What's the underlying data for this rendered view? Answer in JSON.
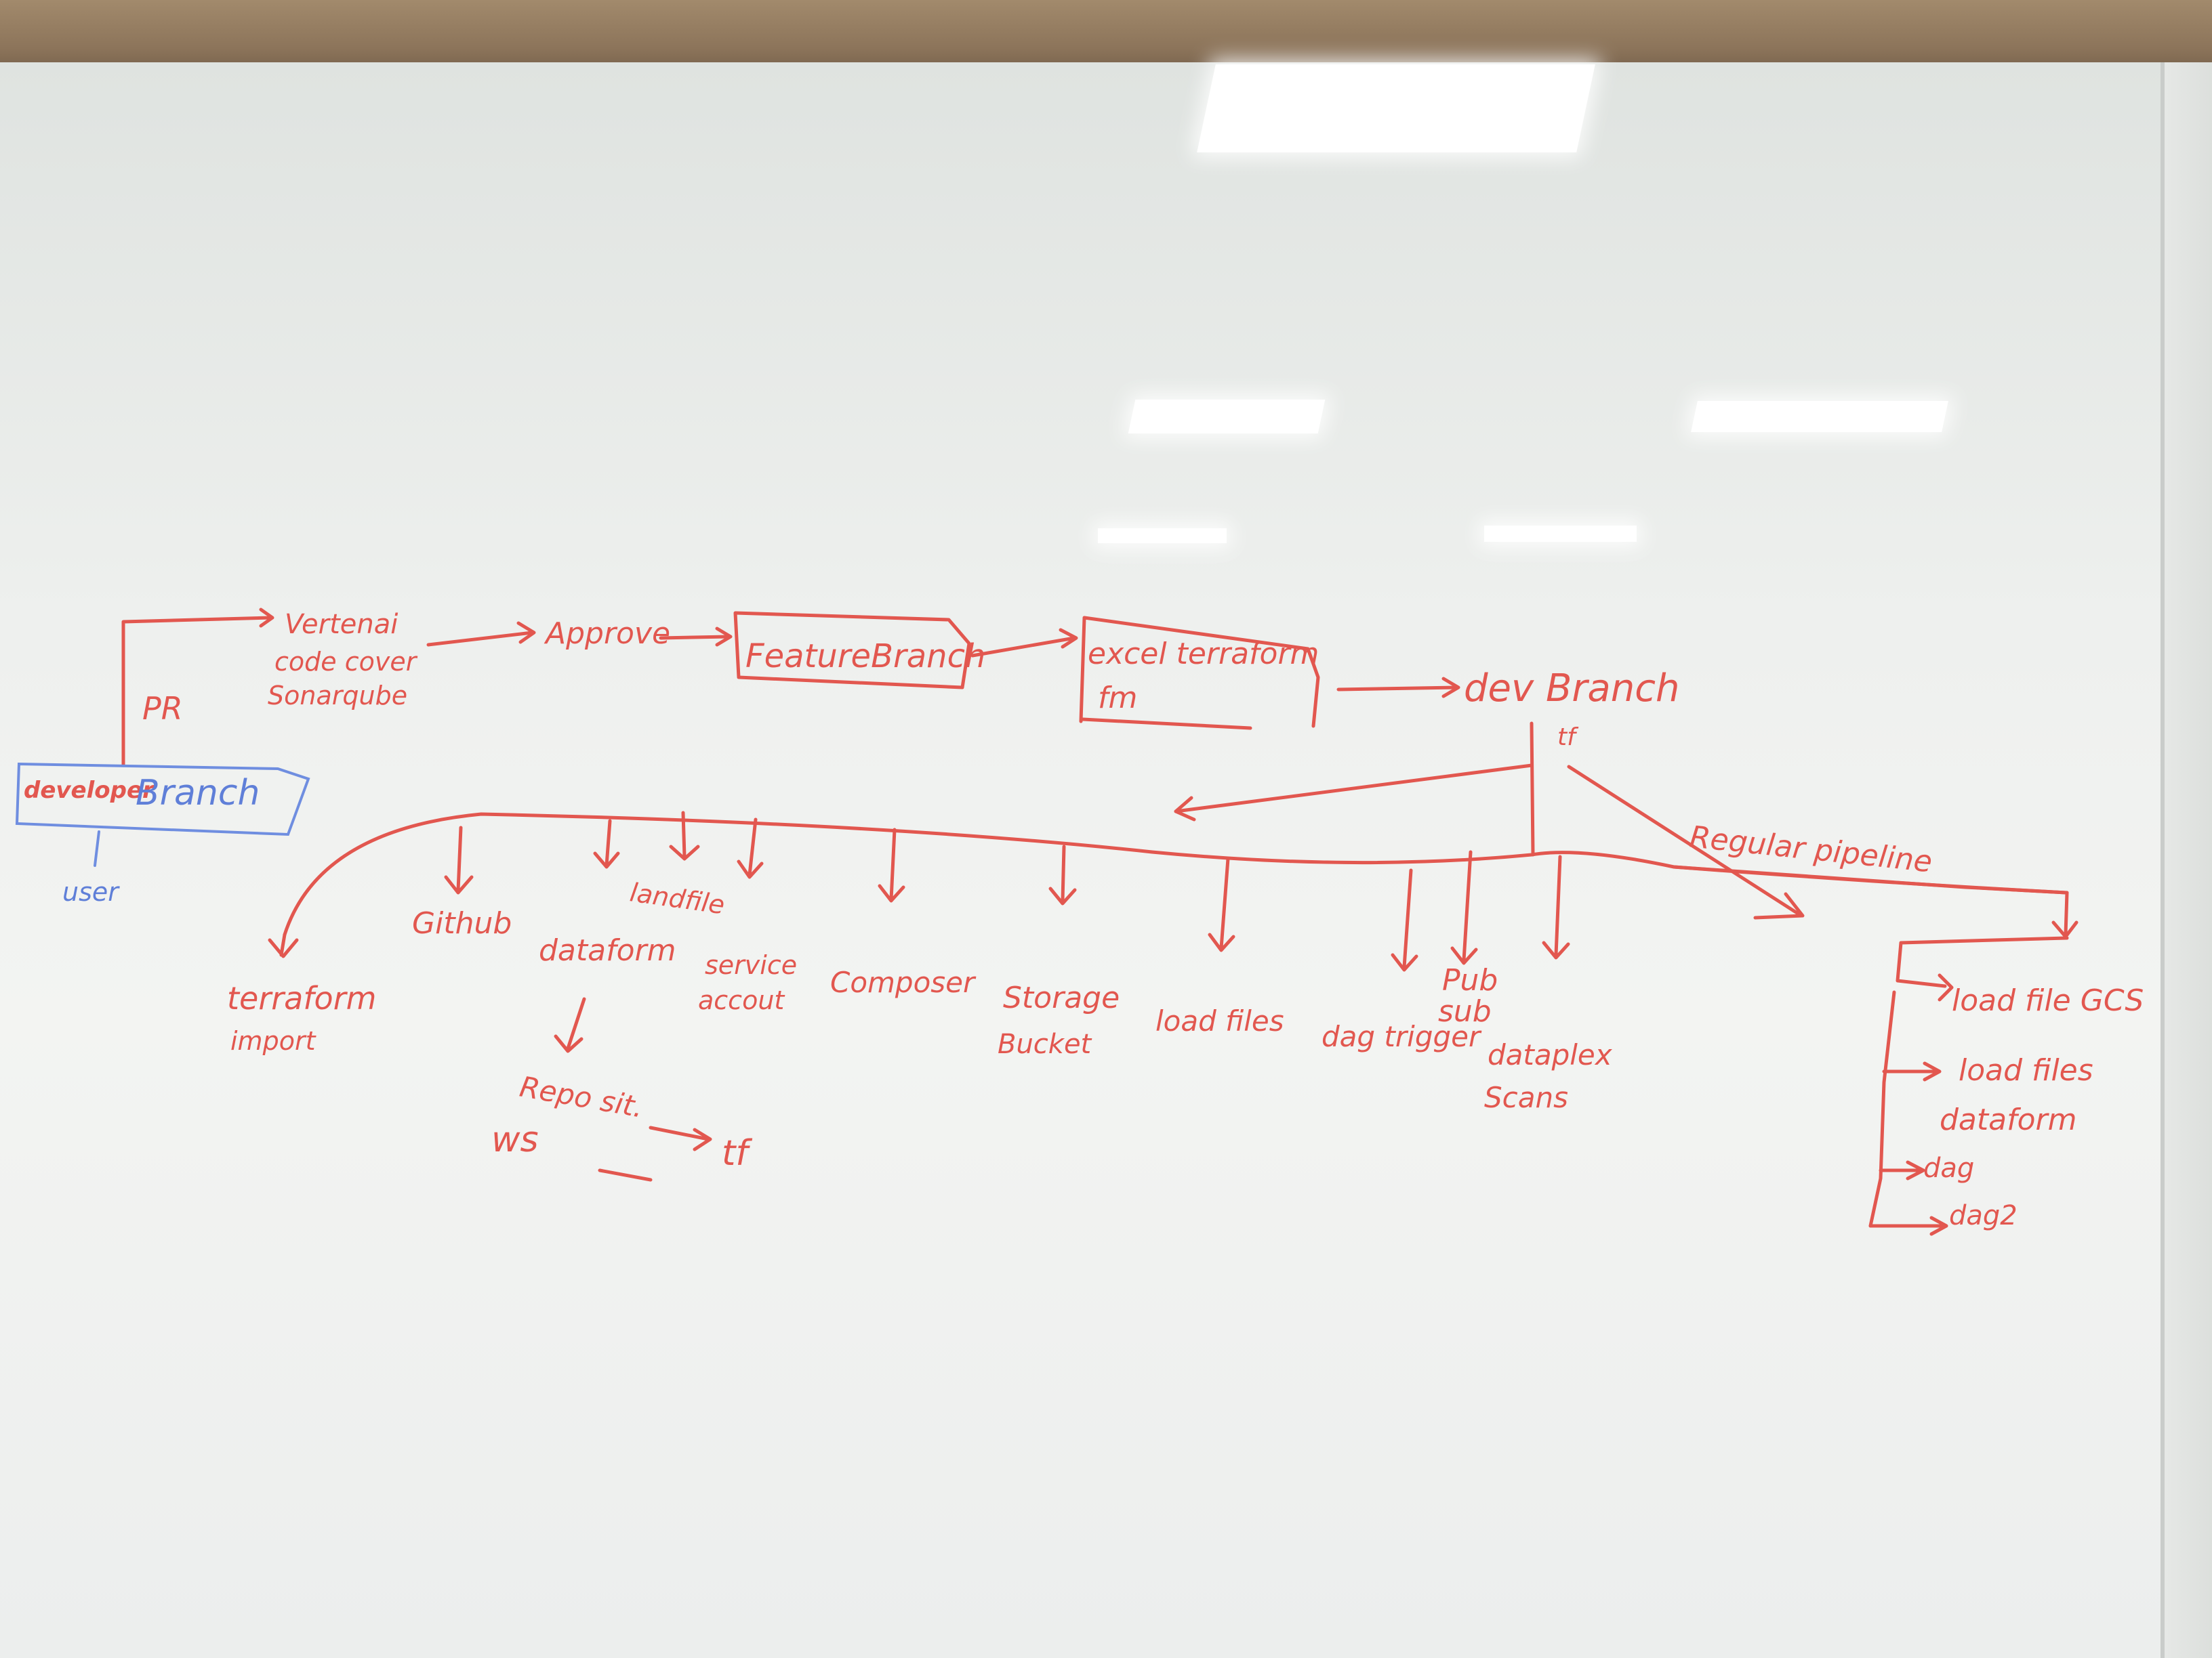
{
  "colors": {
    "marker_red": "#e2574f",
    "marker_blue": "#5f7fd8",
    "board": "#eef0ee"
  },
  "flow": {
    "pr_label": "PR",
    "checks": [
      "Vertenai",
      "code cover",
      "Sonarqube"
    ],
    "approve": "Approve",
    "feature_branch": "FeatureBranch",
    "excel_line1": "excel terraform",
    "excel_line2": "fm",
    "dev_branch": "dev Branch",
    "dev_note": "tf",
    "regular_pipeline": "Regular pipeline"
  },
  "developer": {
    "prefix": "developer",
    "branch": "Branch",
    "user": "user"
  },
  "components": {
    "terraform_import_1": "terraform",
    "terraform_import_2": "import",
    "github": "Github",
    "dataform": "dataform",
    "landfile": "landfile",
    "service_account_1": "service",
    "service_account_2": "accout",
    "composer": "Composer",
    "storage_1": "Storage",
    "storage_2": "Bucket",
    "load_files": "load files",
    "dag_trigger": "dag trigger",
    "pubsub_1": "Pub",
    "pubsub_2": "sub",
    "dataplex_1": "dataplex",
    "dataplex_2": "Scans"
  },
  "sub_flow": {
    "repository": "Repo sit.",
    "tf": "tf",
    "ws": "ws"
  },
  "pipeline_items": [
    "load file GCS",
    "load files",
    "dataform",
    "dag",
    "dag2"
  ]
}
